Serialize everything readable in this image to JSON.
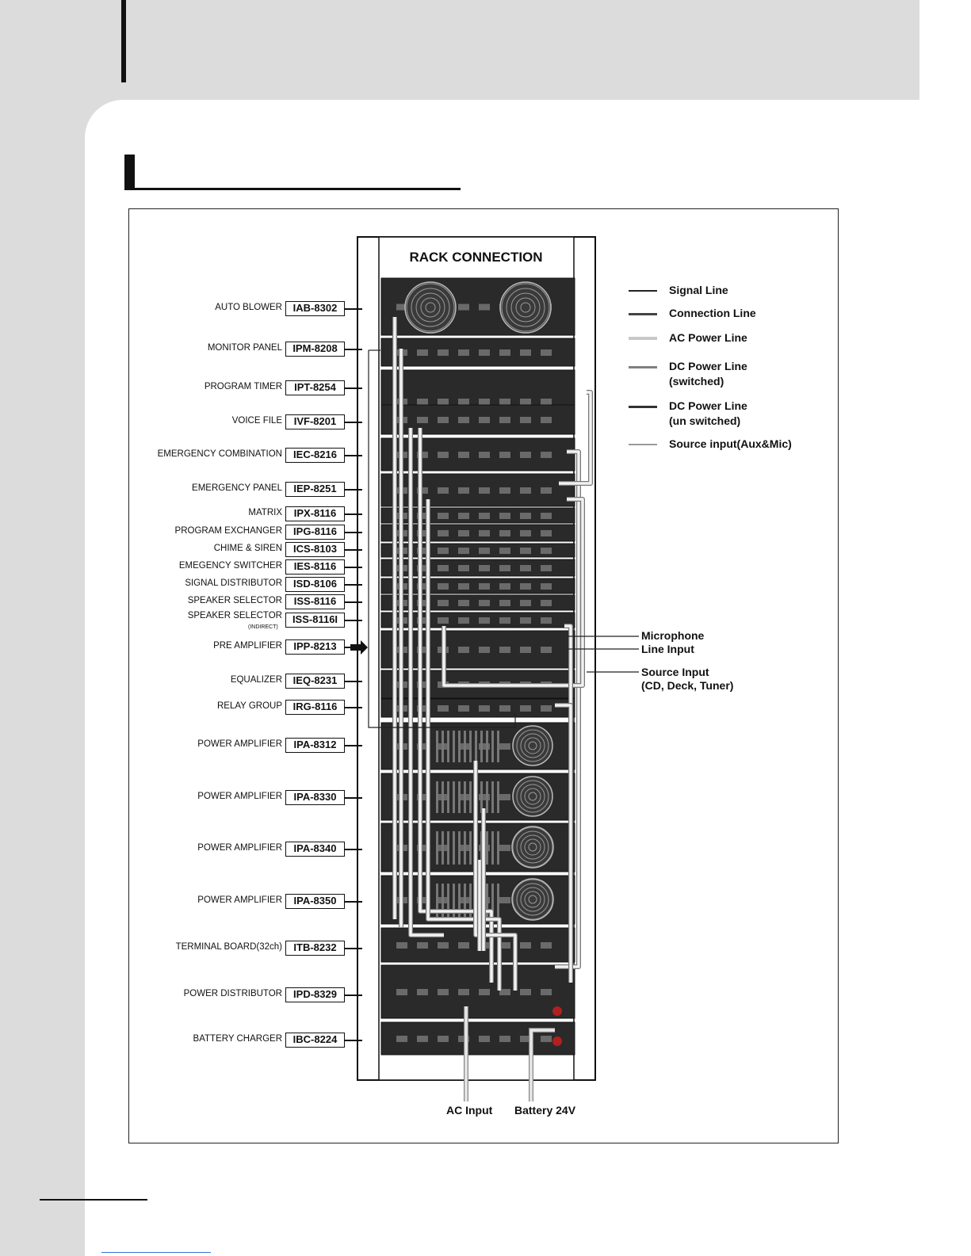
{
  "diagram": {
    "title": "RACK CONNECTION",
    "units": [
      {
        "label": "AUTO  BLOWER",
        "model": "IAB-8302"
      },
      {
        "label": "MONITOR  PANEL",
        "model": "IPM-8208"
      },
      {
        "label": "PROGRAM  TIMER",
        "model": "IPT-8254"
      },
      {
        "label": "VOICE  FILE",
        "model": "IVF-8201"
      },
      {
        "label": "EMERGENCY COMBINATION",
        "model": "IEC-8216"
      },
      {
        "label": "EMERGENCY  PANEL",
        "model": "IEP-8251"
      },
      {
        "label": "MATRIX",
        "model": "IPX-8116"
      },
      {
        "label": "PROGRAM  EXCHANGER",
        "model": "IPG-8116"
      },
      {
        "label": "CHIME & SIREN",
        "model": "ICS-8103"
      },
      {
        "label": "EMEGENCY  SWITCHER",
        "model": "IES-8116"
      },
      {
        "label": "SIGNAL  DISTRIBUTOR",
        "model": "ISD-8106"
      },
      {
        "label": "SPEAKER  SELECTOR",
        "model": "ISS-8116"
      },
      {
        "label": "SPEAKER  SELECTOR",
        "model": "ISS-8116I",
        "sub": "(INDIRECT)"
      },
      {
        "label": "PRE AMPLIFIER",
        "model": "IPP-8213"
      },
      {
        "label": "EQUALIZER",
        "model": "IEQ-8231"
      },
      {
        "label": "RELAY GROUP",
        "model": "IRG-8116"
      },
      {
        "label": "POWER  AMPLIFIER",
        "model": "IPA-8312"
      },
      {
        "label": "POWER  AMPLIFIER",
        "model": "IPA-8330"
      },
      {
        "label": "POWER  AMPLIFIER",
        "model": "IPA-8340"
      },
      {
        "label": "POWER  AMPLIFIER",
        "model": "IPA-8350"
      },
      {
        "label": "TERMINAL  BOARD(32ch)",
        "model": "ITB-8232"
      },
      {
        "label": "POWER  DISTRIBUTOR",
        "model": "IPD-8329"
      },
      {
        "label": "BATTERY  CHARGER",
        "model": "IBC-8224"
      }
    ],
    "legend": [
      {
        "label": "Signal Line",
        "color": "#222222"
      },
      {
        "label": "Connection Line",
        "color": "#444444"
      },
      {
        "label": "AC Power Line",
        "color": "#c8c8c8"
      },
      {
        "label": "DC Power Line\n(switched)",
        "color": "#808080"
      },
      {
        "label": "DC Power Line\n(un switched)",
        "color": "#333333"
      },
      {
        "label": "Source input(Aux&Mic)",
        "color": "#9a9a9a"
      }
    ],
    "inputs": {
      "microphone": "Microphone",
      "line_input": "Line Input",
      "source_input": "Source Input\n(CD, Deck, Tuner)"
    },
    "bottom": {
      "ac_input": "AC Input",
      "battery": "Battery 24V"
    }
  }
}
